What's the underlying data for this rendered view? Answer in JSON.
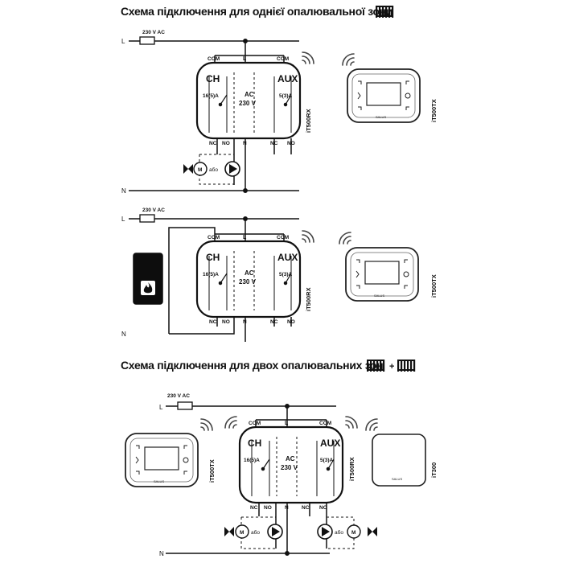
{
  "headings": {
    "single_zone": "Схема підключення для однієї опалювальної зони",
    "two_zone": "Схема підключення для двох опалювальних зон",
    "plus": "+"
  },
  "supply": {
    "voltage_label": "230 V AC",
    "line": "L",
    "neutral": "N"
  },
  "receiver": {
    "model": "iT500RX",
    "com": "COM",
    "ch": "CH",
    "aux": "AUX",
    "ch_rating": "16(5)A",
    "aux_rating": "5(3)A",
    "ac_label": "AC",
    "ac_voltage": "230 V",
    "l": "L",
    "n": "N",
    "nc": "NC",
    "no": "NO"
  },
  "thermostats": {
    "primary": "iT500TX",
    "secondary": "iT300",
    "brand": "SALUS"
  },
  "actuators": {
    "valve_motor": "M",
    "or_word": "або"
  },
  "colors": {
    "line": "#1a1a1a",
    "boiler": "#0d0d0d",
    "background": "#ffffff"
  },
  "icons": [
    "radiator-icon",
    "wireless-signal-icon",
    "motorised-valve-icon",
    "pump-icon",
    "boiler-flame-icon"
  ]
}
